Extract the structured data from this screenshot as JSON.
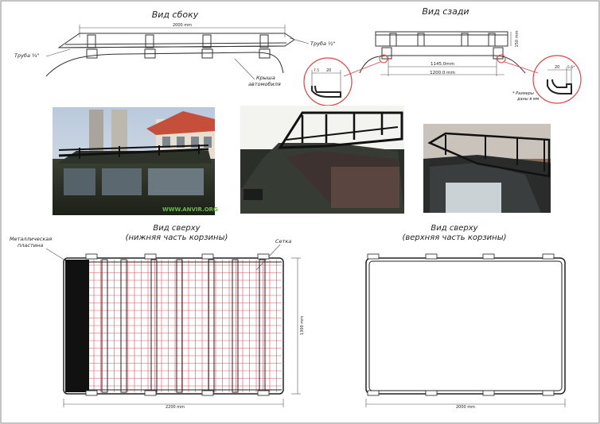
{
  "labels": {
    "side_view": "Вид сбоку",
    "rear_view": "Вид сзади",
    "top_view_1": "Вид сверху",
    "top_view_1_sub": "(нижняя часть корзины)",
    "top_view_2": "Вид сверху",
    "top_view_2_sub": "(верхняя часть корзины)",
    "pipe_34": "Труба ¾\"",
    "pipe_12": "Труба ½\"",
    "car_roof_1": "Крыша",
    "car_roof_2": "автомобиля",
    "metal_plate_1": "Металлическая",
    "metal_plate_2": "пластина",
    "mesh": "Сетка",
    "sizes_1": "* Размеры",
    "sizes_2": "даны в мм",
    "photo_text": "WWW.ANVIR.ORG"
  },
  "dimensions": {
    "side_width": "2000 mm",
    "rear_inner": "1145.0mm",
    "rear_outer": "1200.0 mm",
    "rear_height": "150 mm",
    "detail_left_a": "7.5",
    "detail_left_b": "20",
    "detail_right_a": "20",
    "detail_right_b": "5.5*",
    "bottom_length": "2200 mm",
    "bottom_depth": "1300 mm",
    "top_length": "2000 mm"
  },
  "colors": {
    "grid_red": "#d9505a",
    "grid_black": "#222222",
    "callout_red": "#d44444"
  }
}
